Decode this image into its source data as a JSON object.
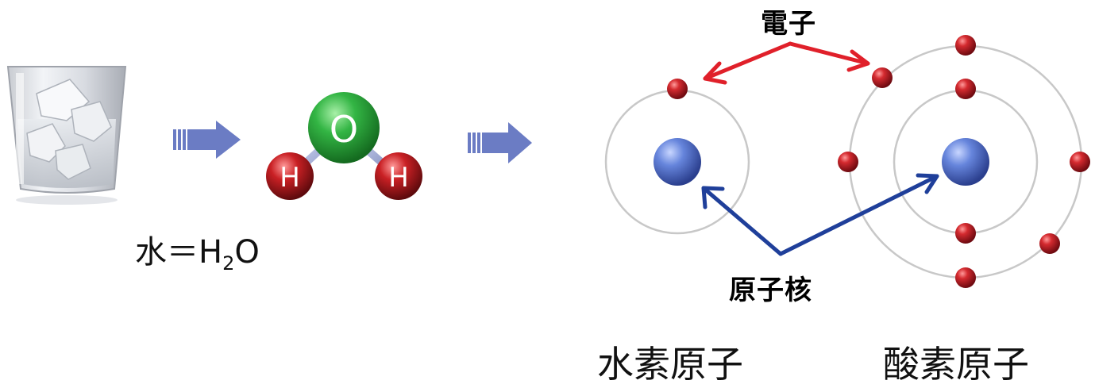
{
  "molecule": {
    "oxygen_symbol": "O",
    "hydrogen_symbol": "H"
  },
  "formula": {
    "prefix": "水＝H",
    "subscript": "2",
    "suffix": "O"
  },
  "labels": {
    "electron": "電子",
    "nucleus": "原子核",
    "hydrogen_atom": "水素原子",
    "oxygen_atom": "酸素原子"
  },
  "colors": {
    "arrow_fill": "#6b7cc4",
    "electron_arrow": "#e0202a",
    "nucleus_arrow": "#1f3f9a",
    "electron": "#b3141f",
    "nucleus": "#4f6fcf",
    "oxygen": "#2aa63a",
    "hydrogen": "#c0181c",
    "orbit": "#c8c8c8"
  }
}
